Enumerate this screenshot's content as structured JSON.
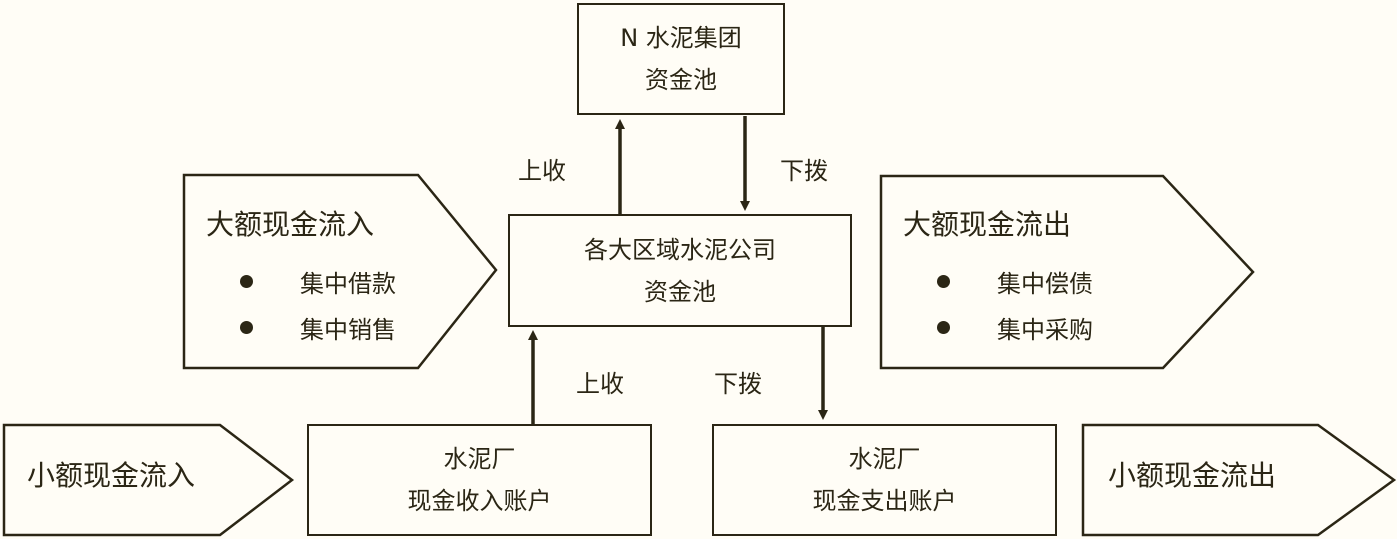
{
  "group_pool": {
    "line1": "N 水泥集团",
    "line2": "资金池"
  },
  "regional_pool": {
    "line1": "各大区域水泥公司",
    "line2": "资金池"
  },
  "arrows_upper": {
    "collect": "上收",
    "allocate": "下拨"
  },
  "arrows_lower": {
    "collect": "上收",
    "allocate": "下拨"
  },
  "large_inflow": {
    "title": "大额现金流入",
    "items": [
      "集中借款",
      "集中销售"
    ]
  },
  "large_outflow": {
    "title": "大额现金流出",
    "items": [
      "集中偿债",
      "集中采购"
    ]
  },
  "small_inflow": {
    "title": "小额现金流入"
  },
  "small_outflow": {
    "title": "小额现金流出"
  },
  "plant_income": {
    "line1": "水泥厂",
    "line2": "现金收入账户"
  },
  "plant_expense": {
    "line1": "水泥厂",
    "line2": "现金支出账户"
  }
}
